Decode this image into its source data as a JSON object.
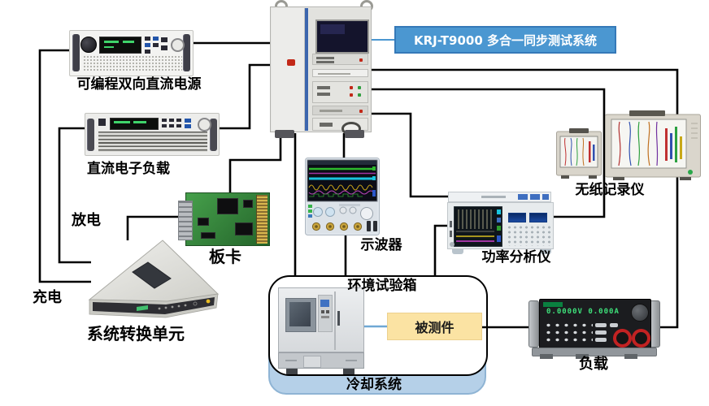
{
  "system": {
    "title": "KRJ-T9000 多合一同步测试系统"
  },
  "labels": {
    "power_supply": "可编程双向直流电源",
    "dc_load": "直流电子负载",
    "discharge": "放电",
    "charge": "充电",
    "conversion_unit": "系统转换单元",
    "board_card": "板卡",
    "oscilloscope": "示波器",
    "power_analyzer": "功率分析仪",
    "recorder": "无纸记录仪",
    "chamber": "环境试验箱",
    "dut": "被测件",
    "cooling": "冷却系统",
    "load": "负载"
  },
  "displays": {
    "load_readout": "0.0000V  0.000A"
  },
  "colors": {
    "accent_blue": "#4b97d1",
    "title_border": "#3579b8",
    "cooling_fill": "#b5d0e8",
    "cooling_border": "#8fb4d4",
    "dut_fill": "#fbe3a3",
    "connector_line": "#000000"
  }
}
